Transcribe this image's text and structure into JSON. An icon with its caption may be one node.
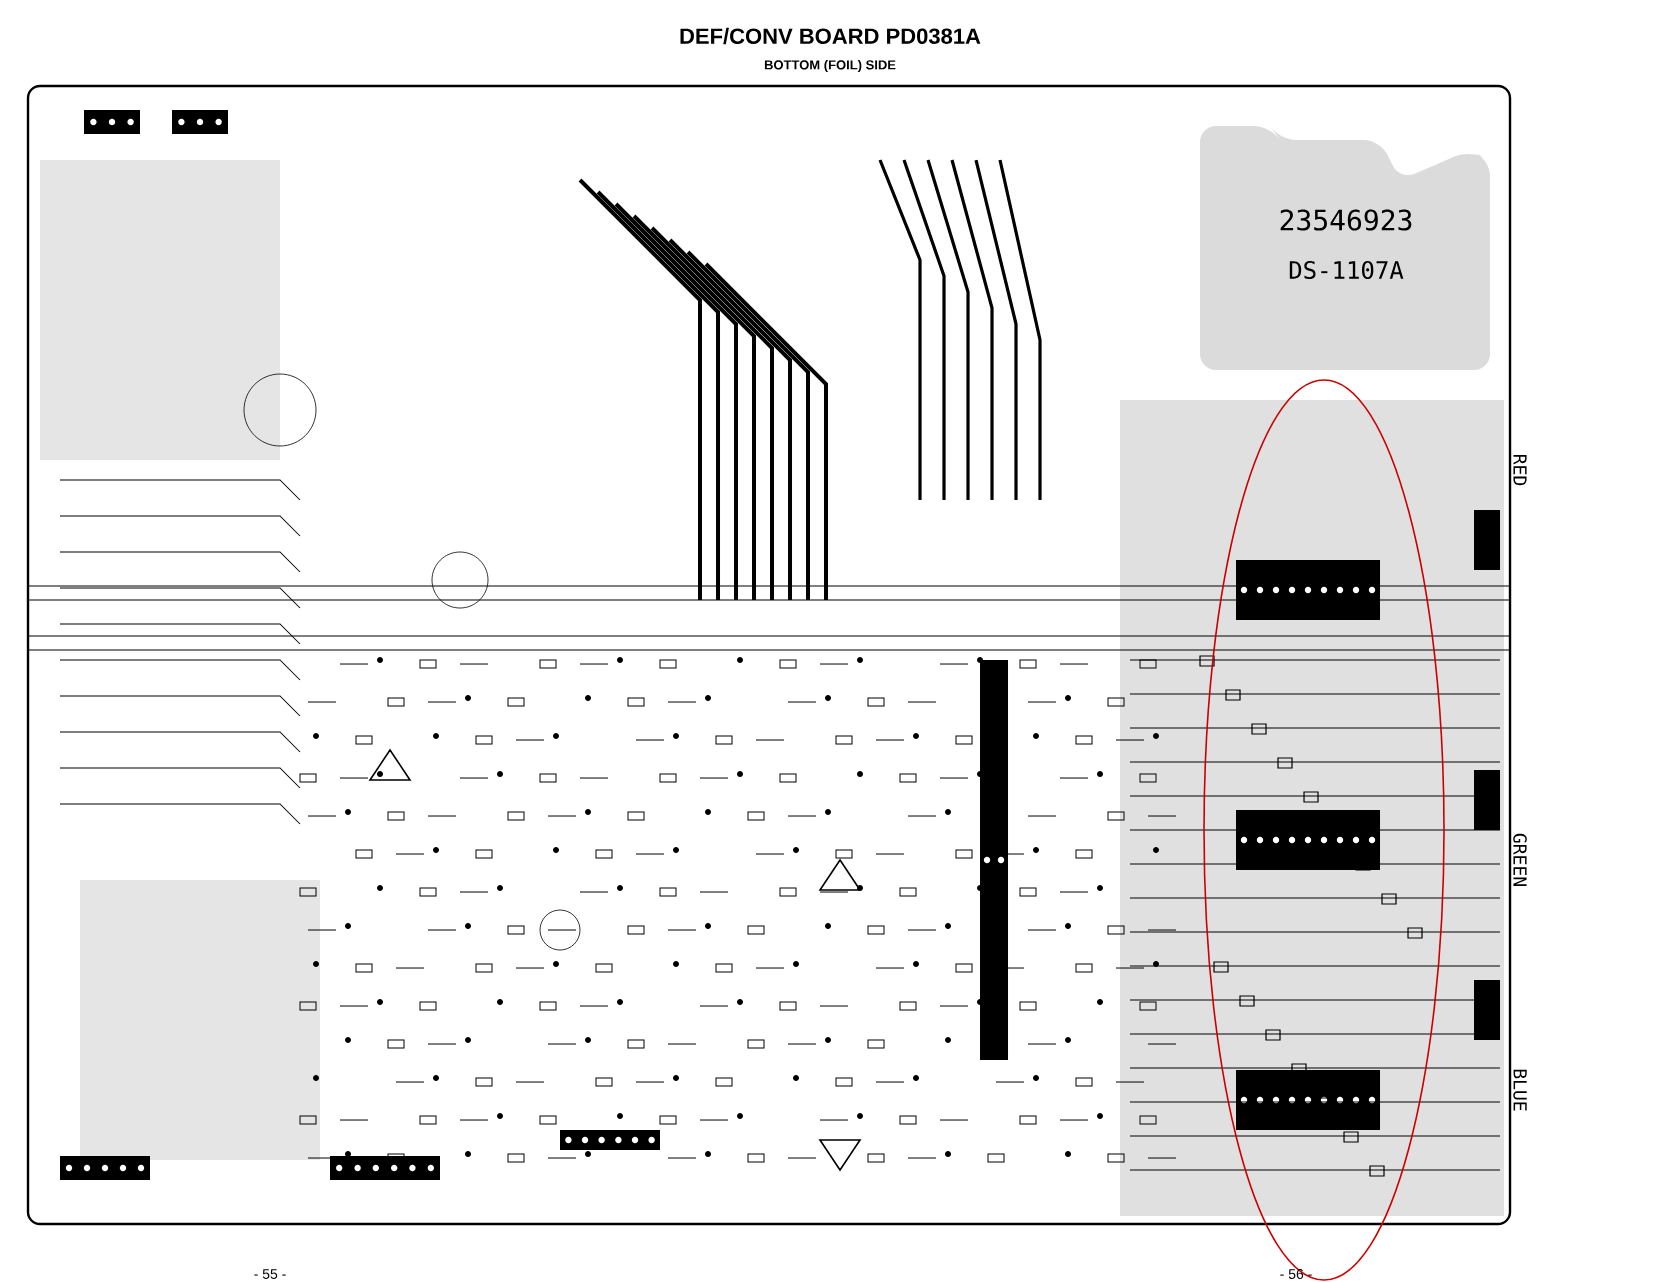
{
  "diagram": {
    "title": "DEF/CONV BOARD PD0381A",
    "labels": [
      "BOTTOM (FOIL) SIDE",
      "23546923",
      "DS-1107A",
      "RED",
      "GREEN",
      "BLUE",
      "- 55 -",
      "- 56 -"
    ]
  }
}
